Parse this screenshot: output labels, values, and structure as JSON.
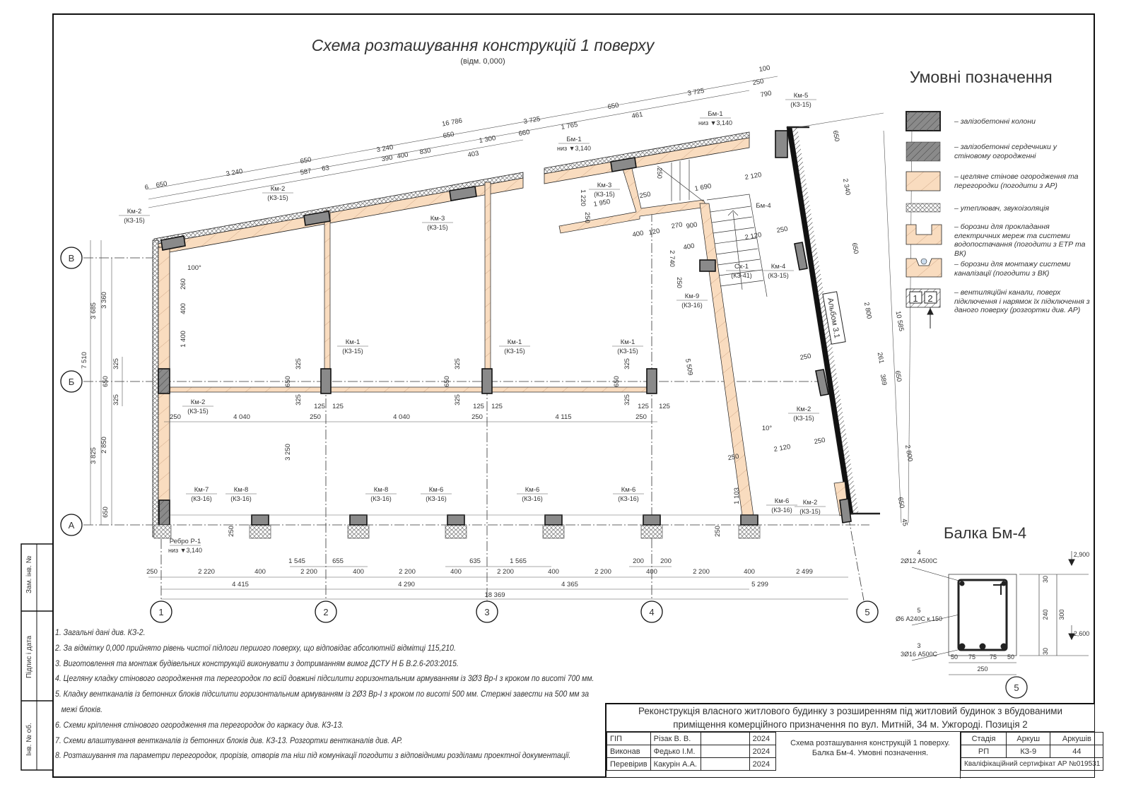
{
  "title": "Схема розташування конструкцій 1 поверху",
  "subtitle": "(відм. 0,000)",
  "axes": {
    "letters": [
      "В",
      "Б",
      "А"
    ],
    "numbers": [
      "1",
      "2",
      "3",
      "4",
      "5"
    ]
  },
  "plan": {
    "dimensions": [
      "250",
      "2 220",
      "400",
      "2 200",
      "400",
      "2 200",
      "400",
      "2 200",
      "400",
      "2 200",
      "400",
      "2 200",
      "400",
      "2 499",
      "1 545",
      "655",
      "635",
      "1 565",
      "200",
      "200",
      "4 415",
      "4 290",
      "4 365",
      "5 299",
      "18 369",
      "3 685",
      "3 825",
      "3 360",
      "2 850",
      "7 510",
      "650",
      "325",
      "650",
      "325",
      "325",
      "650",
      "325",
      "325",
      "650",
      "325",
      "325",
      "650",
      "325",
      "125",
      "125",
      "125",
      "125",
      "125",
      "125",
      "250",
      "4 040",
      "250",
      "4 040",
      "250",
      "4 115",
      "250",
      "3 250",
      "1 400",
      "260",
      "400",
      "100°",
      "250",
      "16 786",
      "3 240",
      "650",
      "3 240",
      "650",
      "3 725",
      "3 725",
      "100",
      "6",
      "650",
      "587",
      "63",
      "390",
      "400",
      "830",
      "403",
      "1 300",
      "660",
      "1 765",
      "650",
      "461",
      "790",
      "250",
      "250",
      "1 690",
      "1 220",
      "1 950",
      "250",
      "250",
      "2 120",
      "2 120",
      "250",
      "400",
      "120",
      "270",
      "900",
      "2 740",
      "400",
      "250",
      "5 509",
      "10°",
      "2 120",
      "250",
      "250",
      "250",
      "1 103",
      "250",
      "650",
      "2 340",
      "650",
      "2 800",
      "10 585",
      "261",
      "389",
      "650",
      "2 800",
      "650",
      "45"
    ],
    "marks": [
      [
        "Км-2",
        "(КЗ-15)"
      ],
      [
        "Км-2",
        "(КЗ-15)"
      ],
      [
        "Км-2",
        "(КЗ-15)"
      ],
      [
        "Км-2",
        "(КЗ-15)"
      ],
      [
        "Км-2",
        "(КЗ-15)"
      ],
      [
        "Км-3",
        "(КЗ-15)"
      ],
      [
        "Км-3",
        "(КЗ-15)"
      ],
      [
        "Км-1",
        "(КЗ-15)"
      ],
      [
        "Км-1",
        "(КЗ-15)"
      ],
      [
        "Км-1",
        "(КЗ-15)"
      ],
      [
        "Км-7",
        "(КЗ-16)"
      ],
      [
        "Км-8",
        "(КЗ-16)"
      ],
      [
        "Км-8",
        "(КЗ-16)"
      ],
      [
        "Км-6",
        "(КЗ-16)"
      ],
      [
        "Км-6",
        "(КЗ-16)"
      ],
      [
        "Км-6",
        "(КЗ-16)"
      ],
      [
        "Км-6",
        "(КЗ-16)"
      ],
      [
        "Км-5",
        "(КЗ-15)"
      ],
      [
        "Км-4",
        "(КЗ-15)"
      ],
      [
        "Км-9",
        "(КЗ-16)"
      ],
      [
        "Сх-1",
        "(КЗ-41)"
      ],
      [
        "Бм-1",
        "низ ▼3,140"
      ],
      [
        "Бм-1",
        "низ ▼3,140"
      ],
      [
        "Бм-4",
        ""
      ],
      [
        "Ребро Р-1",
        "низ ▼3,140"
      ]
    ],
    "album_label": "Альбом 3.1"
  },
  "legend": {
    "title": "Умовні позначення",
    "items": [
      {
        "icon": "rc-column-swatch",
        "text": "– залізобетонні колони"
      },
      {
        "icon": "rc-core-swatch",
        "text": "– залізобетонні сердечники у стіновому огородженні"
      },
      {
        "icon": "brick-wall-swatch",
        "text": "– цегляне стінове огородження та перегородки (погодити з АР)"
      },
      {
        "icon": "insulation-swatch",
        "text": "– утеплювач, звукоізоляція"
      },
      {
        "icon": "groove-swatch",
        "text": "– борозни для прокладання електричних мереж та системи водопостачання (погодити з ЕТР та ВК)"
      },
      {
        "icon": "sewer-groove-swatch",
        "text": "– борозни для монтажу системи каналізації (погодити з ВК)"
      },
      {
        "icon": "vent-channel-swatch",
        "text": "– вентиляційні канали, поверх підключення і нарямок їх підключення з даного поверху (розгортки див. АР)",
        "box_labels": [
          "1",
          "2"
        ]
      }
    ]
  },
  "notes": [
    "1. Загальні дані див. КЗ-2.",
    "2. За відмітку 0,000 прийнято рівень чистої підлоги першого поверху, що відповідає абсолютній відмітці 115,210.",
    "3. Виготовлення та монтаж будівельних конструкцій виконувати з дотриманням вимог ДСТУ Н Б В.2.6-203:2015.",
    "4. Цегляну кладку стінового огородження та перегородок по всій довжині підсилити горизонтальним армуванням із 3Ø3 Вр-І з кроком по висоті 700 мм.",
    "5. Кладку вентканалів із бетонних блоків підсилити горизонтальним армуванням із 2Ø3 Вр-І з кроком по висоті 500 мм. Стержні завести на 500 мм за",
    "межі блоків.",
    "6. Схеми кріплення стінового огородження та перегородок до каркасу див. КЗ-13.",
    "7. Схеми влаштування вентканалів із бетонних блоків див. КЗ-13. Розгортки вентканалів див. АР.",
    "8. Розташування та параметри перегородок, прорізів, отворів та ніш під комунікації погодити з відповідними розділами проектної документації."
  ],
  "beam_section": {
    "title": "Балка Бм-4",
    "callouts": [
      {
        "pos": "4",
        "spec": "2Ø12 А500С"
      },
      {
        "pos": "5",
        "spec": "Ø6 А240С к.150"
      },
      {
        "pos": "3",
        "spec": "3Ø16 А500С"
      }
    ],
    "dims_bottom": [
      "50",
      "75",
      "75",
      "50"
    ],
    "width": "250",
    "dims_side": [
      "30",
      "240",
      "30"
    ],
    "height": "300",
    "levels": [
      "2,900",
      "2,600"
    ],
    "axis": "5"
  },
  "title_block": {
    "project": "Реконструкція власного житлового будинку з розширенням під житловий будинок з вбудованими приміщення комерційного призначення по вул. Митній, 34 м. Ужгороді. Позиція 2",
    "rows": [
      {
        "role": "ГІП",
        "name": "Різак В. В.",
        "year": "2024"
      },
      {
        "role": "Виконав",
        "name": "Федько І.М.",
        "year": "2024"
      },
      {
        "role": "Перевірив",
        "name": "Какурін А.А.",
        "year": "2024"
      }
    ],
    "sheet_title": "Схема розташування конструкцій 1 поверху. Балка Бм-4. Умовні позначення.",
    "headers": [
      "Стадія",
      "Аркуш",
      "Аркушів"
    ],
    "values": [
      "РП",
      "КЗ-9",
      "44"
    ],
    "certificate": "Кваліфікаційний сертифікат АР №019531"
  },
  "side_stamp": [
    "Зам. інв. №",
    "Підпис і дата",
    "Інв. № об."
  ],
  "colors": {
    "brick": "#f9dcbf",
    "concrete": "#7a7a7a",
    "line": "#222222"
  }
}
